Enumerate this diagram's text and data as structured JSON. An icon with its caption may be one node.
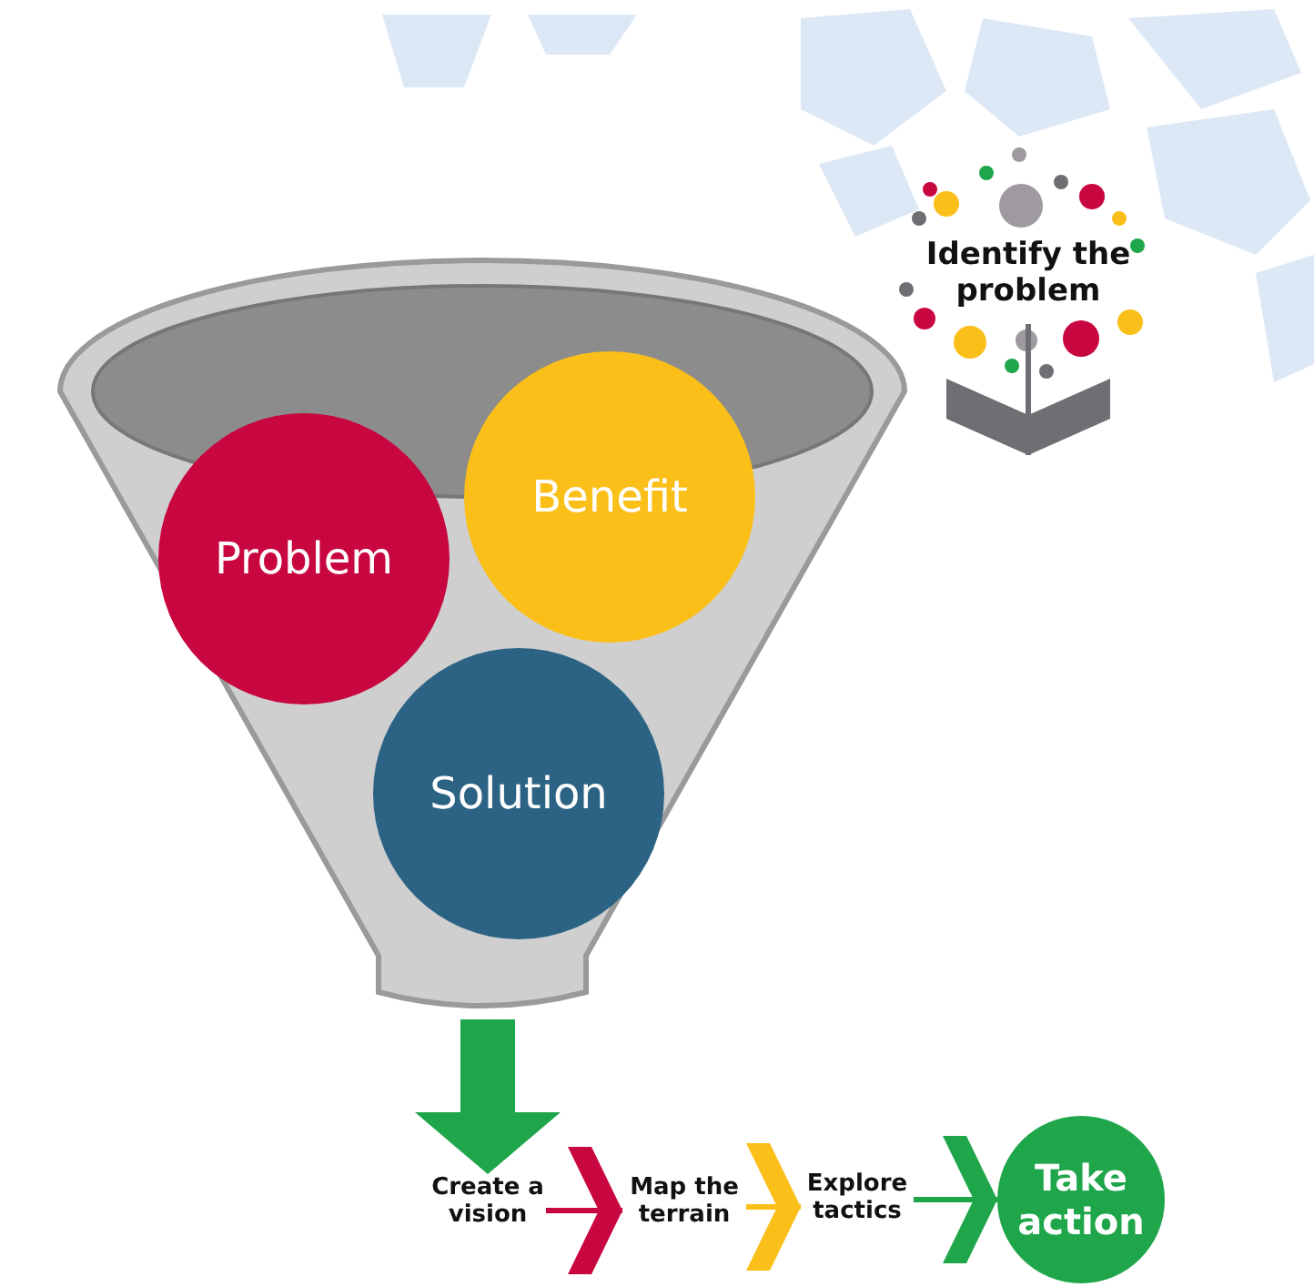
{
  "diagram": {
    "nodes": [
      {
        "text": [
          "Identify the problem"
        ]
      },
      {
        "text": [],
        "shape": "funnel"
      },
      {
        "text": [
          "Problem"
        ],
        "in": 1
      },
      {
        "text": [
          "Benefit"
        ],
        "in": 1
      },
      {
        "text": [
          "Solution"
        ],
        "in": 1
      },
      {
        "text": [
          "Create a vision"
        ]
      },
      {
        "text": [
          "Map the terrain"
        ]
      },
      {
        "text": [
          "Explore tactics"
        ]
      },
      {
        "text": [
          "Take action"
        ]
      }
    ],
    "edges": [
      {
        "from": 0,
        "to": null,
        "arrow": "to",
        "color": "#6e6e73"
      },
      {
        "from": 1,
        "to": 5,
        "arrow": "to",
        "style": "thick",
        "color": "#1fa64a"
      },
      {
        "from": 5,
        "to": 6,
        "arrow": "to",
        "color": "#c8063f"
      },
      {
        "from": 6,
        "to": 7,
        "arrow": "to",
        "color": "#fbbf1a"
      },
      {
        "from": 7,
        "to": 8,
        "arrow": "to",
        "color": "#1fa64a"
      }
    ]
  }
}
